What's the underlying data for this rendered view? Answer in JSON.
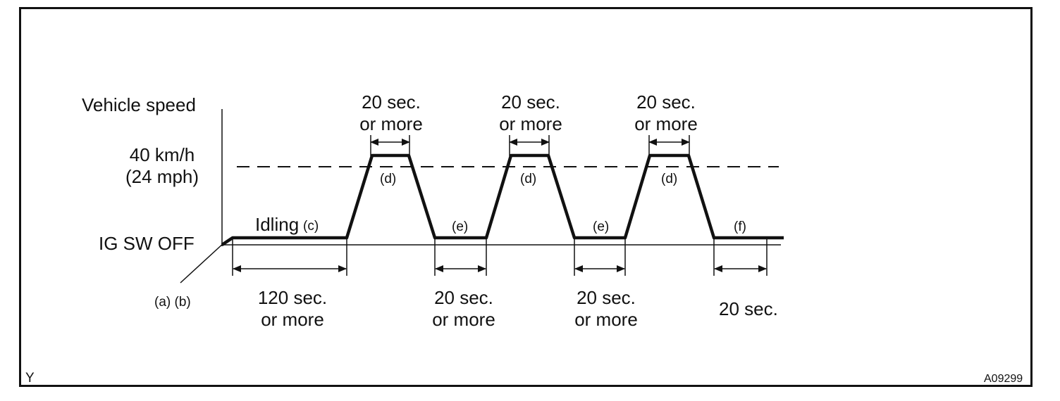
{
  "figure_code": "A09299",
  "corner_mark": "Y",
  "y_axis": {
    "title": "Vehicle speed",
    "speed_level": [
      "40 km/h",
      "(24 mph)"
    ],
    "base_level": "IG SW OFF"
  },
  "steps": {
    "ab": "(a) (b)",
    "c_word": "Idling",
    "c_tag": "(c)",
    "d": "(d)",
    "e": "(e)",
    "f": "(f)"
  },
  "durations": {
    "idling": [
      "120 sec.",
      "or more"
    ],
    "drive_1": [
      "20 sec.",
      "or more"
    ],
    "drive_2": [
      "20 sec.",
      "or more"
    ],
    "drive_3": [
      "20 sec.",
      "or more"
    ],
    "stop_1": [
      "20 sec.",
      "or more"
    ],
    "stop_2": [
      "20 sec.",
      "or more"
    ],
    "final": "20 sec."
  }
}
